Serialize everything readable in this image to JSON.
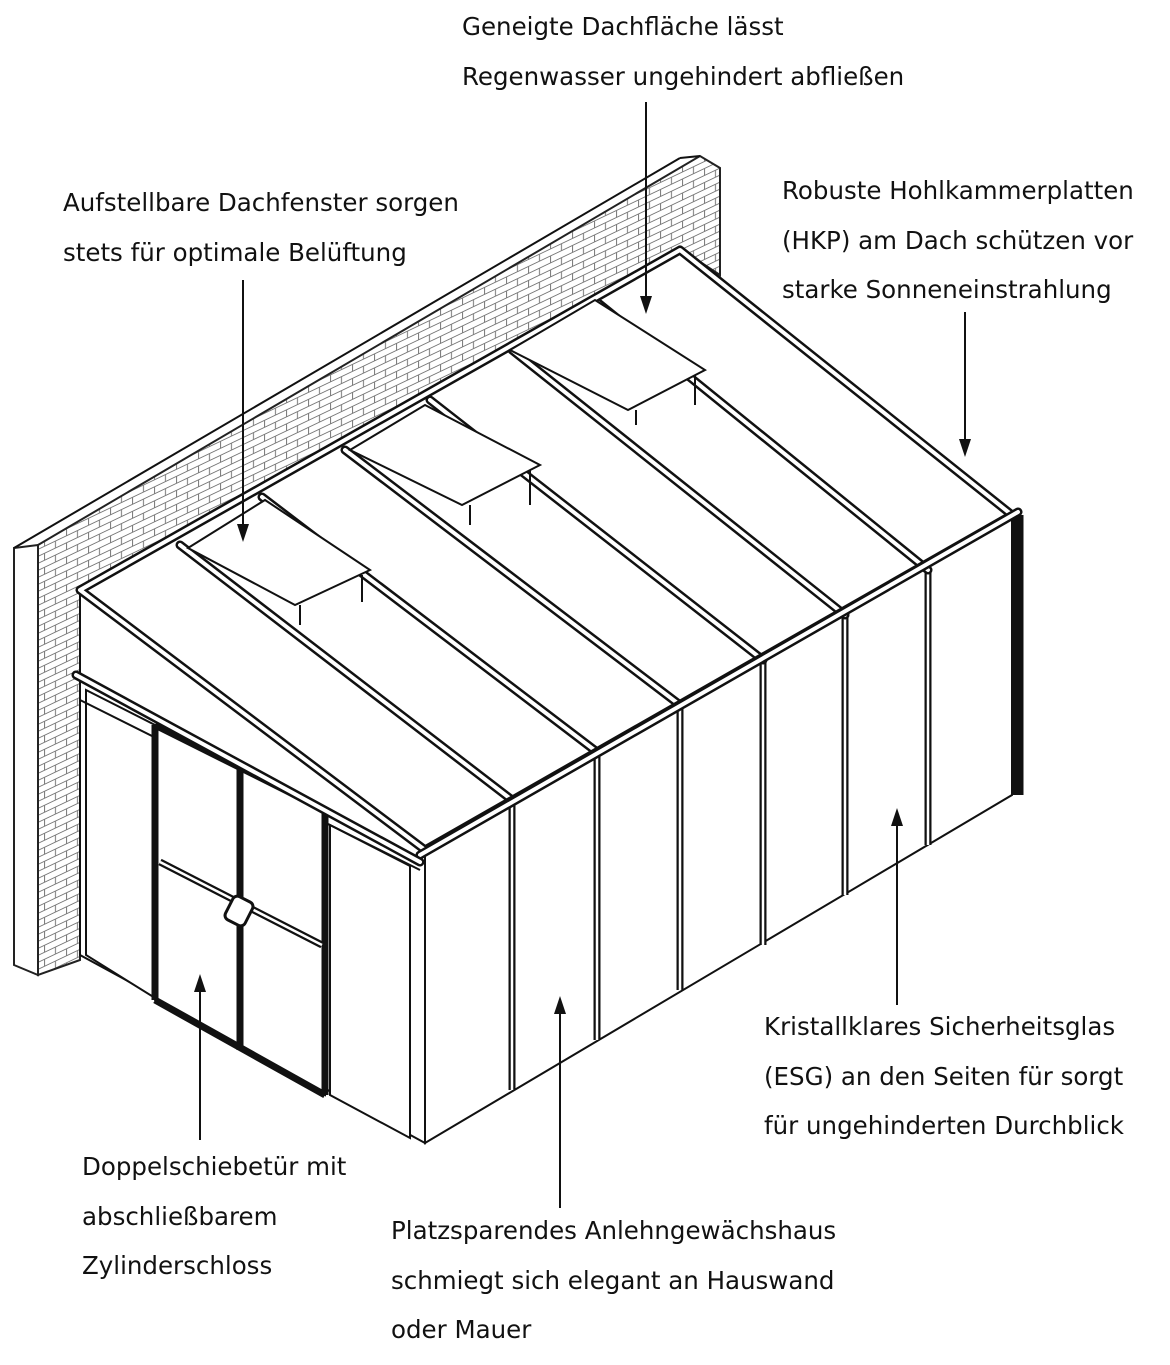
{
  "callouts": [
    {
      "id": "slope",
      "lines": [
        "Geneigte Dachfläche lässt",
        "Regenwasser ungehindert abfließen"
      ]
    },
    {
      "id": "windows",
      "lines": [
        "Aufstellbare Dachfenster sorgen",
        "stets für optimale Belüftung"
      ]
    },
    {
      "id": "hkp",
      "lines": [
        "Robuste Hohlkammerplatten",
        "(HKP) am Dach schützen vor",
        "starke Sonneneinstrahlung"
      ]
    },
    {
      "id": "esg",
      "lines": [
        "Kristallklares Sicherheitsglas",
        "(ESG) an den Seiten für sorgt",
        "für ungehinderten Durchblick"
      ]
    },
    {
      "id": "door",
      "lines": [
        "Doppelschiebetür mit",
        "abschließbarem",
        "Zylinderschloss"
      ]
    },
    {
      "id": "leanto",
      "lines": [
        "Platzsparendes Anlehngewächshaus",
        "schmiegt sich elegant an Hauswand",
        "oder Mauer"
      ]
    }
  ]
}
